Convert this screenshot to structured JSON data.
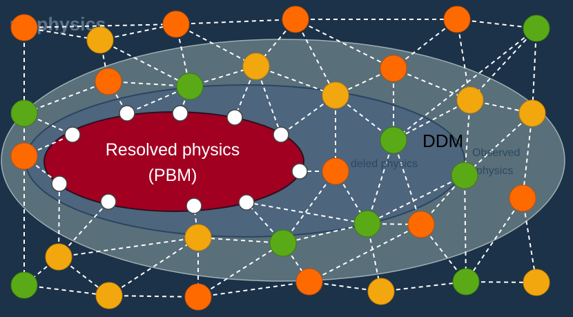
{
  "labels": {
    "full_physics": "ull physics",
    "resolved_line1": "Resolved physics",
    "resolved_line2": "(PBM)",
    "ddm": "DDM",
    "modeled": "deled physics",
    "observed_line1": "Observed",
    "observed_line2": "physics"
  },
  "colors": {
    "background": "#1c3249",
    "observed_region": "#7b9093",
    "modeled_region": "#49627f",
    "resolved_region": "#a10021",
    "node_orange": "#ff6a00",
    "node_yellow": "#f3a70f",
    "node_green": "#5aaa17",
    "node_boundary": "#ffffff",
    "edge": "#ffffff"
  },
  "legend_node_kinds": [
    "orange",
    "yellow",
    "green",
    "boundary"
  ]
}
